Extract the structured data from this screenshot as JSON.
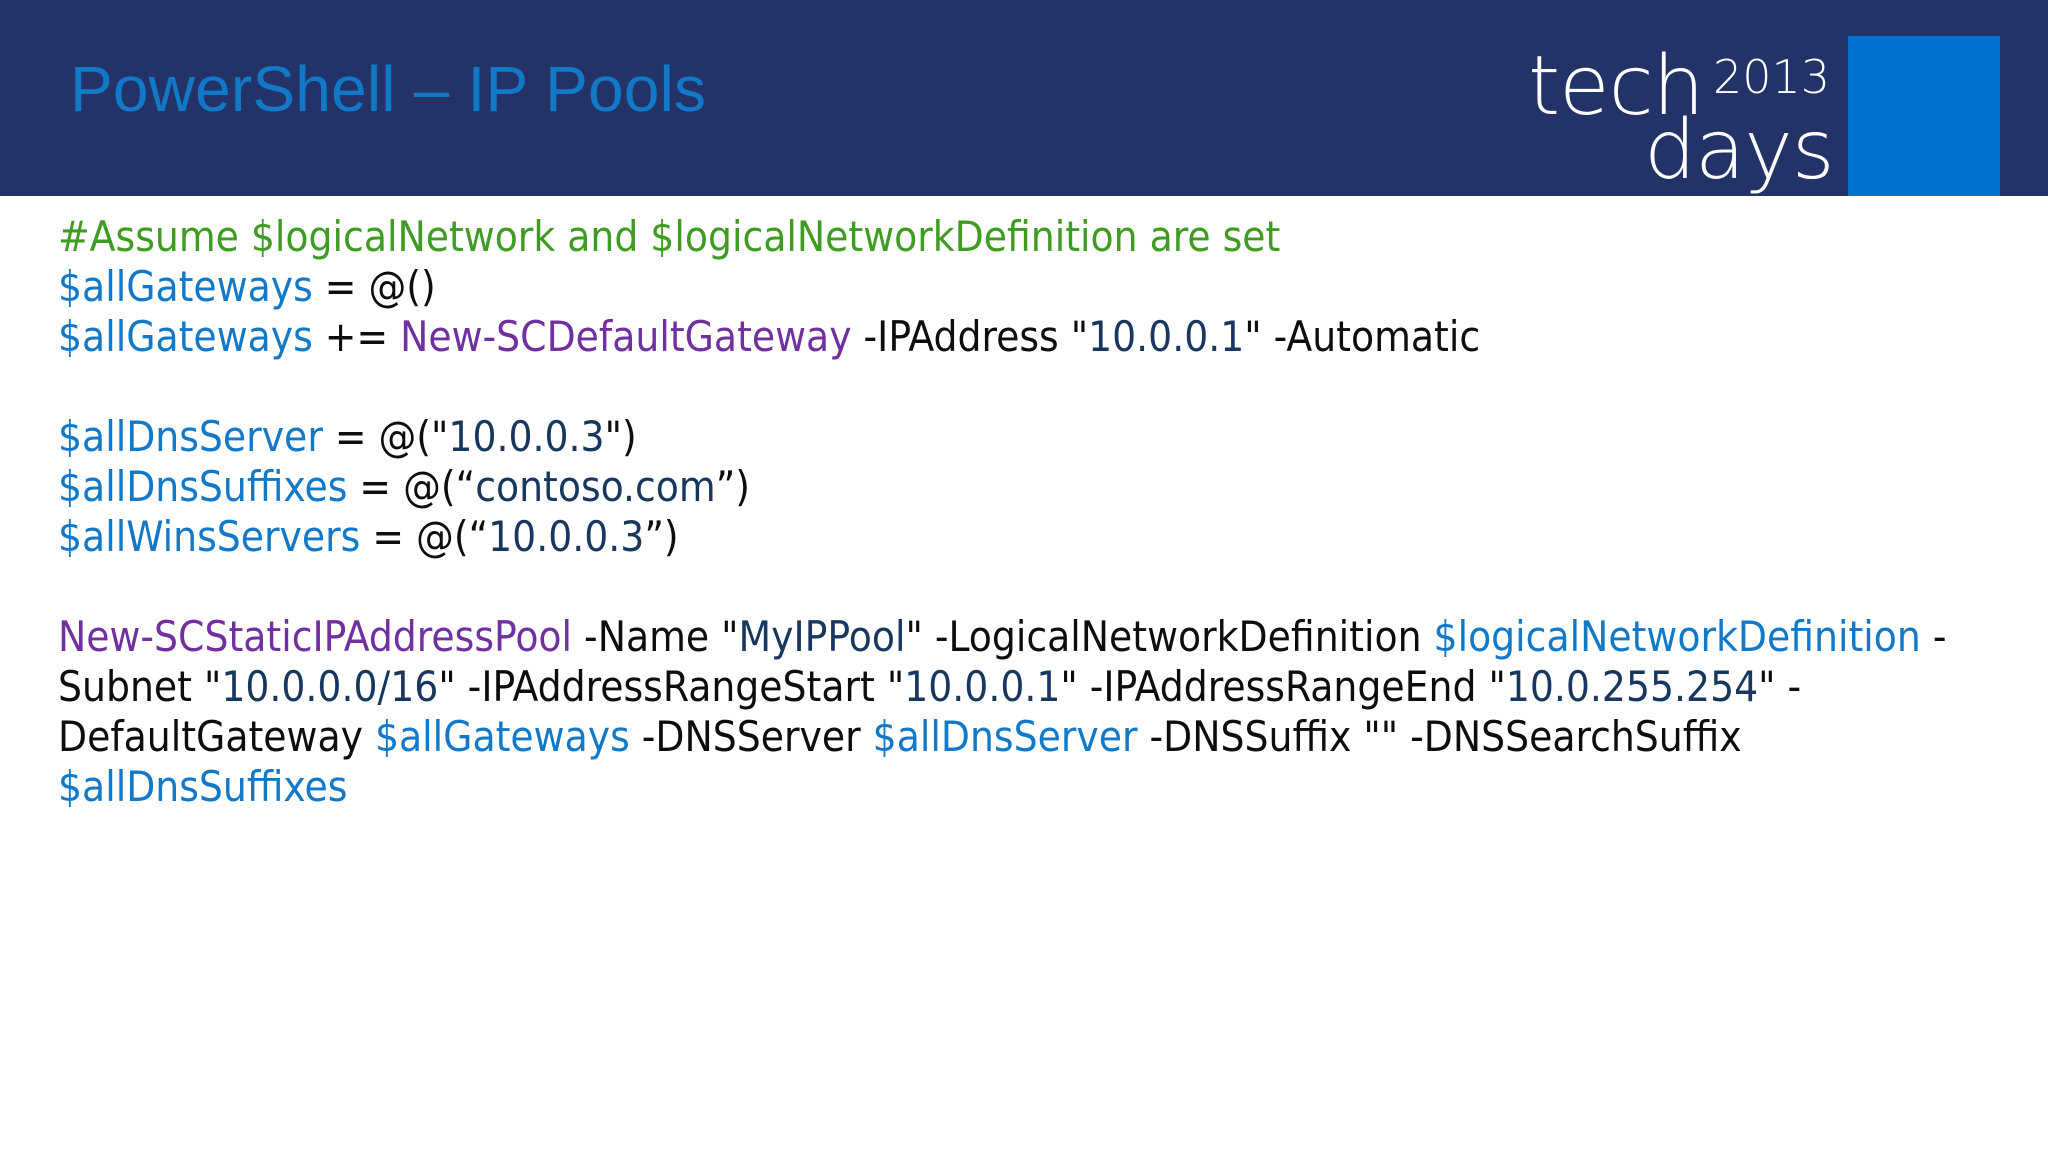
{
  "slide": {
    "title": "PowerShell – IP Pools",
    "header_bg": "#233368",
    "title_color": "#1278C8",
    "body_bg": "#ffffff"
  },
  "logo": {
    "name": "techdays-2013-logo",
    "word_top": "tech",
    "word_bottom": "days",
    "year": "2013",
    "text_color": "#ffffff",
    "square_color": "#0071CE"
  },
  "syntax_colors": {
    "comment": "#3E9C22",
    "variable": "#1278C8",
    "cmdlet": "#7030A0",
    "string": "#17375E",
    "plain": "#0d0d0d"
  },
  "code": {
    "language": "powershell",
    "lines": [
      {
        "id": "line-1",
        "text": "#Assume $logicalNetwork and $logicalNetworkDefinition are set",
        "tokens": [
          {
            "t": "#Assume $logicalNetwork and $logicalNetworkDefinition are set",
            "c": "comment"
          }
        ]
      },
      {
        "id": "line-2",
        "text": "$allGateways = @()",
        "tokens": [
          {
            "t": "$allGateways",
            "c": "var"
          },
          {
            "t": " = @()",
            "c": "plain"
          }
        ]
      },
      {
        "id": "line-3",
        "text": "$allGateways += New-SCDefaultGateway -IPAddress \"10.0.0.1\" -Automatic",
        "tokens": [
          {
            "t": "$allGateways",
            "c": "var"
          },
          {
            "t": " += ",
            "c": "plain"
          },
          {
            "t": "New-SCDefaultGateway",
            "c": "cmdlet"
          },
          {
            "t": " -IPAddress \"",
            "c": "plain"
          },
          {
            "t": "10.0.0.1",
            "c": "str"
          },
          {
            "t": "\" -Automatic",
            "c": "plain"
          }
        ]
      },
      {
        "id": "line-4",
        "text": "",
        "blank": true,
        "tokens": []
      },
      {
        "id": "line-5",
        "text": "$allDnsServer = @(\"10.0.0.3\")",
        "tokens": [
          {
            "t": "$allDnsServer",
            "c": "var"
          },
          {
            "t": " = @(\"",
            "c": "plain"
          },
          {
            "t": "10.0.0.3",
            "c": "str"
          },
          {
            "t": "\")",
            "c": "plain"
          }
        ]
      },
      {
        "id": "line-6",
        "text": "$allDnsSuffixes = @(“contoso.com”)",
        "tokens": [
          {
            "t": "$allDnsSuffixes",
            "c": "var"
          },
          {
            "t": " = @(“",
            "c": "plain"
          },
          {
            "t": "contoso.com",
            "c": "str"
          },
          {
            "t": "”)",
            "c": "plain"
          }
        ]
      },
      {
        "id": "line-7",
        "text": "$allWinsServers = @(“10.0.0.3”)",
        "tokens": [
          {
            "t": "$allWinsServers",
            "c": "var"
          },
          {
            "t": " = @(“",
            "c": "plain"
          },
          {
            "t": "10.0.0.3",
            "c": "str"
          },
          {
            "t": "”)",
            "c": "plain"
          }
        ]
      },
      {
        "id": "line-8",
        "text": "",
        "blank": true,
        "tokens": []
      },
      {
        "id": "line-9",
        "wrap": true,
        "text": "New-SCStaticIPAddressPool -Name \"MyIPPool\" -LogicalNetworkDefinition $logicalNetworkDefinition -Subnet \"10.0.0.0/16\" -IPAddressRangeStart \"10.0.0.1\" -IPAddressRangeEnd \"10.0.255.254\" -DefaultGateway $allGateways -DNSServer $allDnsServer -DNSSuffix \"\" -DNSSearchSuffix $allDnsSuffixes",
        "tokens": [
          {
            "t": "New-SCStaticIPAddressPool",
            "c": "cmdlet"
          },
          {
            "t": " -Name \"",
            "c": "plain"
          },
          {
            "t": "MyIPPool",
            "c": "str"
          },
          {
            "t": "\" -LogicalNetworkDefinition ",
            "c": "plain"
          },
          {
            "t": "$logicalNetworkDefinition",
            "c": "var"
          },
          {
            "t": " -Subnet \"",
            "c": "plain"
          },
          {
            "t": "10.0.0.0/16",
            "c": "str"
          },
          {
            "t": "\" -IPAddressRangeStart \"",
            "c": "plain"
          },
          {
            "t": "10.0.0.1",
            "c": "str"
          },
          {
            "t": "\" -IPAddressRangeEnd \"",
            "c": "plain"
          },
          {
            "t": "10.0.255.254",
            "c": "str"
          },
          {
            "t": "\" -DefaultGateway ",
            "c": "plain"
          },
          {
            "t": "$allGateways",
            "c": "var"
          },
          {
            "t": " -DNSServer ",
            "c": "plain"
          },
          {
            "t": "$allDnsServer",
            "c": "var"
          },
          {
            "t": " -DNSSuffix \"\" -DNSSearchSuffix ",
            "c": "plain"
          },
          {
            "t": "$allDnsSuffixes",
            "c": "var"
          }
        ]
      }
    ]
  }
}
